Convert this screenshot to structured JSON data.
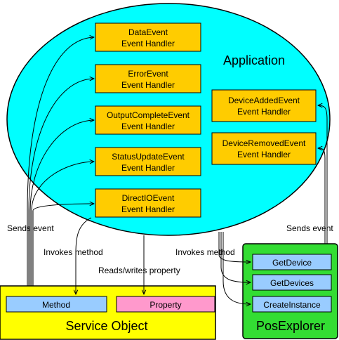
{
  "application": {
    "label": "Application"
  },
  "handlers_left": [
    {
      "line1": "DataEvent",
      "line2": "Event Handler"
    },
    {
      "line1": "ErrorEvent",
      "line2": "Event Handler"
    },
    {
      "line1": "OutputCompleteEvent",
      "line2": "Event Handler"
    },
    {
      "line1": "StatusUpdateEvent",
      "line2": "Event Handler"
    },
    {
      "line1": "DirectIOEvent",
      "line2": "Event Handler"
    }
  ],
  "handlers_right": [
    {
      "line1": "DeviceAddedEvent",
      "line2": "Event Handler"
    },
    {
      "line1": "DeviceRemovedEvent",
      "line2": "Event Handler"
    }
  ],
  "service_object": {
    "label": "Service Object",
    "method": "Method",
    "property": "Property"
  },
  "pos_explorer": {
    "label": "PosExplorer",
    "items": [
      "GetDevice",
      "GetDevices",
      "CreateInstance"
    ]
  },
  "edge_labels": {
    "sends_event_left": "Sends event",
    "invokes_method_left": "Invokes method",
    "reads_writes_property": "Reads/writes property",
    "invokes_method_right": "Invokes method",
    "sends_event_right": "Sends event"
  },
  "colors": {
    "application_fill": "#00ffff",
    "handler_fill": "#ffcc00",
    "service_object_fill": "#ffff00",
    "pos_explorer_fill": "#33dd33",
    "method_fill": "#99ccff",
    "property_fill": "#ff99cc"
  }
}
